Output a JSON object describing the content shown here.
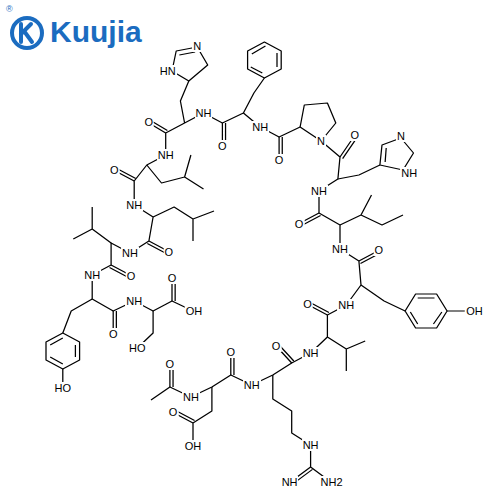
{
  "diagram": {
    "labels": [
      "Kuujia",
      "®",
      "HN",
      "N",
      "O",
      "NH",
      "O",
      "NH",
      "O",
      "N",
      "O",
      "N",
      "NH",
      "NH",
      "O",
      "NH",
      "O",
      "OH",
      "NH",
      "O",
      "NH",
      "O",
      "NH",
      "NH",
      "NH",
      "NH2",
      "O",
      "NH",
      "O",
      "O",
      "OH",
      "NH",
      "O",
      "NH",
      "O",
      "NH",
      "O",
      "NH",
      "HO",
      "O",
      "NH",
      "HO",
      "O",
      "OH"
    ]
  }
}
